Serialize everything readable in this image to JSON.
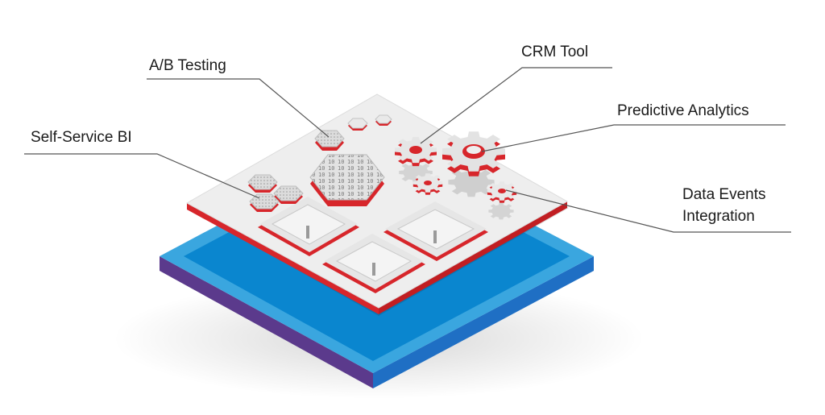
{
  "diagram": {
    "labels": {
      "ab_testing": "A/B Testing",
      "crm_tool": "CRM Tool",
      "predictive_analytics": "Predictive Analytics",
      "self_service_bi": "Self-Service BI",
      "data_events_line1": "Data Events",
      "data_events_line2": "Integration"
    },
    "colors": {
      "accent_red": "#d7262b",
      "platform_top": "#eeeeee",
      "blue_top": "#0a86cf",
      "blue_rim": "#3aa6df",
      "blue_side": "#1e7fd0",
      "purple_side": "#5b3a8c",
      "callout_line": "#555555"
    }
  }
}
